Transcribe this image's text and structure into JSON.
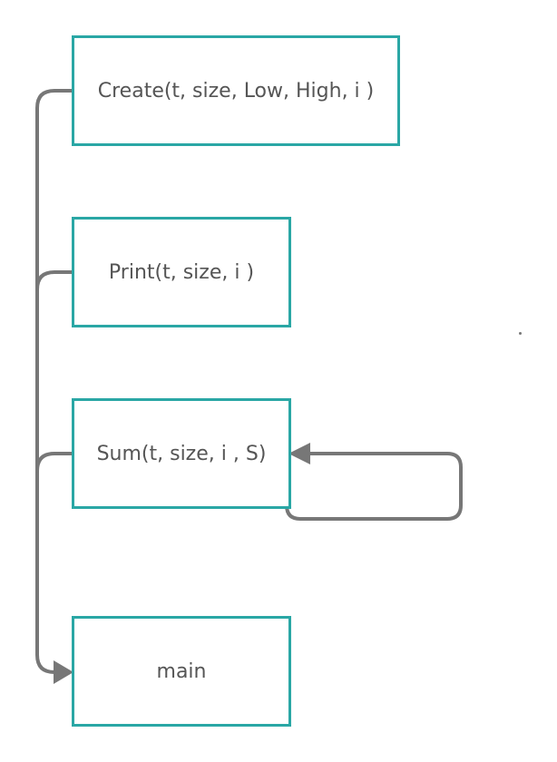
{
  "diagram": {
    "nodes": [
      {
        "id": "create",
        "label": "Create(t, size, Low, High, i )"
      },
      {
        "id": "print",
        "label": "Print(t, size, i )"
      },
      {
        "id": "sum",
        "label": "Sum(t, size, i , S)"
      },
      {
        "id": "main",
        "label": "main"
      }
    ],
    "edges": [
      {
        "from": "create",
        "to": "main"
      },
      {
        "from": "print",
        "to": "main"
      },
      {
        "from": "sum",
        "to": "main"
      },
      {
        "from": "sum",
        "to": "sum",
        "kind": "self-loop"
      }
    ],
    "colors": {
      "node_border": "#2aa7a5",
      "edge": "#777777",
      "text": "#555555"
    }
  }
}
